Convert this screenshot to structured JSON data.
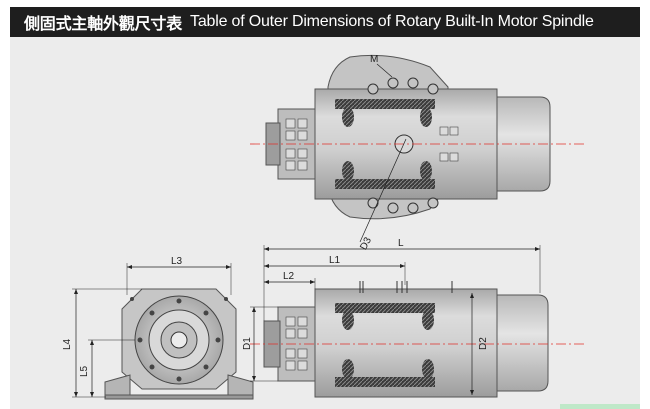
{
  "header": {
    "title_zh": "側固式主軸外觀尺寸表",
    "title_en": "Table of Outer Dimensions of Rotary Built-In Motor Spindle"
  },
  "labels": {
    "M": "M",
    "D3": "D3",
    "L": "L",
    "L1": "L1",
    "L2": "L2",
    "L3": "L3",
    "L4": "L4",
    "L5": "L5",
    "D1": "D1",
    "D2": "D2"
  },
  "colors": {
    "header_bg": "#1e1e1e",
    "panel_bg": "#ececec",
    "body_gray": "#c9c9c9",
    "centerline_red": "#e0302a"
  }
}
